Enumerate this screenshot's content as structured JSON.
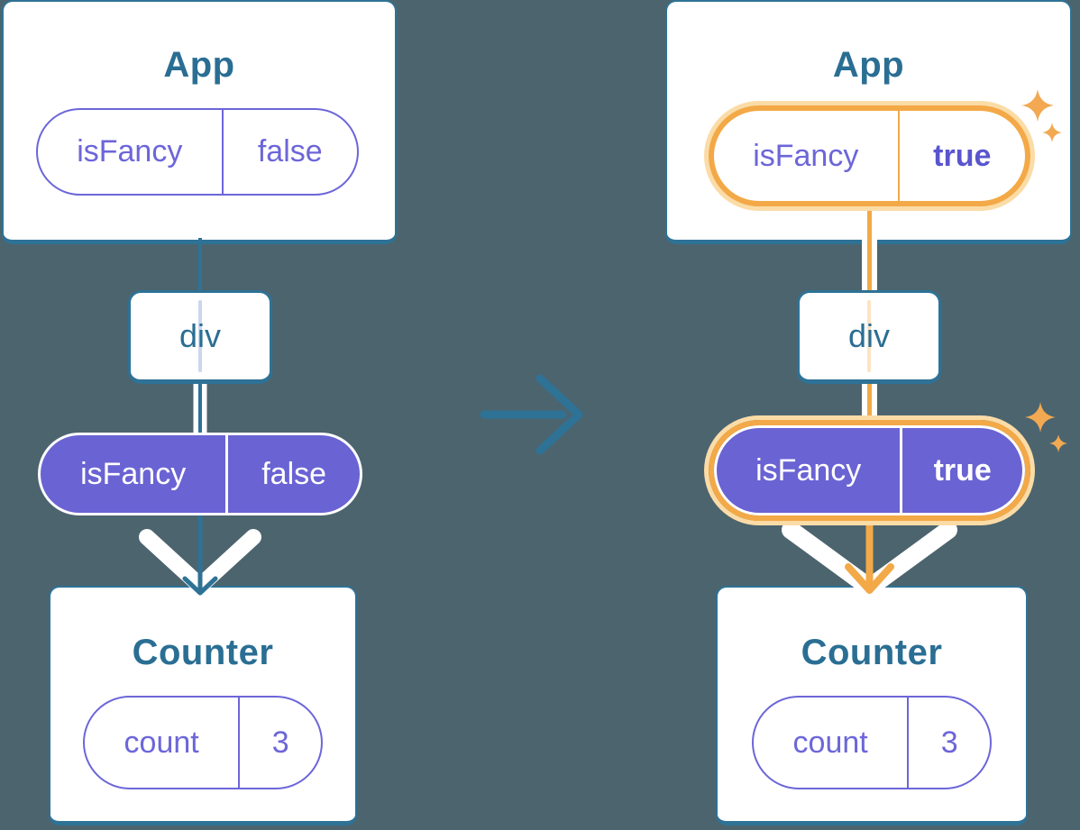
{
  "diagram_type": "react-component-tree-prop-flow",
  "trees": [
    {
      "state": "before",
      "highlighted": false,
      "app_title": "App",
      "prop_pill": {
        "name": "isFancy",
        "value": "false"
      },
      "child_node_label": "div",
      "passed_prop_pill": {
        "name": "isFancy",
        "value": "false"
      },
      "counter_title": "Counter",
      "state_pill": {
        "name": "count",
        "value": "3"
      }
    },
    {
      "state": "after",
      "highlighted": true,
      "app_title": "App",
      "prop_pill": {
        "name": "isFancy",
        "value": "true"
      },
      "child_node_label": "div",
      "passed_prop_pill": {
        "name": "isFancy",
        "value": "true"
      },
      "counter_title": "Counter",
      "state_pill": {
        "name": "count",
        "value": "3"
      }
    }
  ],
  "icons": {
    "transition_arrow": "right-arrow",
    "sparkles": "four-point-sparkle",
    "prop_pass": "double-chevron-down"
  },
  "colors": {
    "background": "#4C646E",
    "tree_line_teal": "#2E7296",
    "node_text_teal": "#2A6E93",
    "prop_pill_purple_fill": "#6A63D3",
    "prop_pill_purple_outline": "#6C66D9",
    "changed_value_purple": "#5A55CF",
    "highlight_orange": "#F3A947",
    "highlight_glow": "#FBDCA7",
    "sparkle_orange": "#F2A952",
    "ghost_line_blue": "#CBD7EE",
    "ghost_line_peach": "#FBE4C4",
    "pipe_white": "#FFFFFF"
  }
}
